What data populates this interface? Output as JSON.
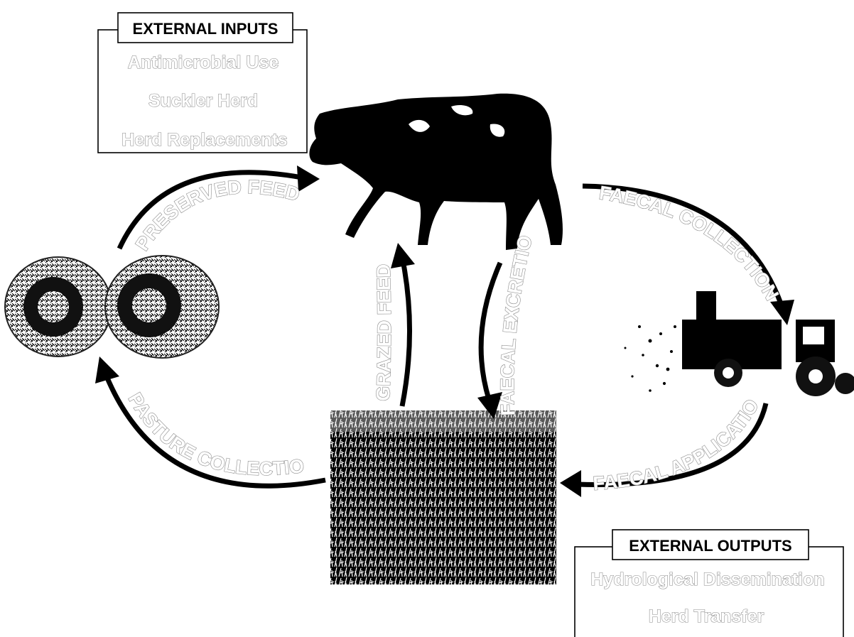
{
  "external_inputs": {
    "title": "EXTERNAL INPUTS",
    "items": [
      "Antimicrobial Use",
      "Suckler Herd",
      "Herd Replacements"
    ]
  },
  "external_outputs": {
    "title": "EXTERNAL OUTPUTS",
    "items": [
      "Hydrological Dissemination",
      "Herd Transfer"
    ]
  },
  "flows": {
    "preserved_feed": "PRESERVED FEED",
    "faecal_collection": "FAECAL COLLECTION",
    "grazed_feed": "GRAZED FEED",
    "faecal_excretion": "FAECAL EXCRETION",
    "pasture_collection": "PASTURE COLLECTION",
    "faecal_application": "FAECAL APPLICATION"
  },
  "colors": {
    "label_fill": "#ffffff",
    "label_outline": "#8a8a8a",
    "arrow": "#000000"
  }
}
